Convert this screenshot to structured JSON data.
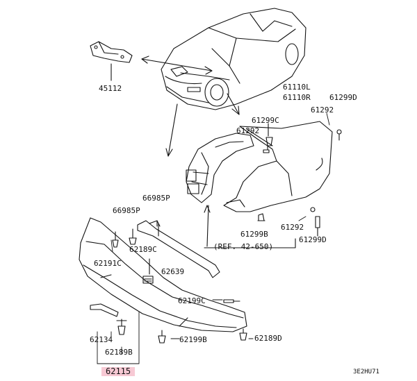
{
  "labels": {
    "p45112": "45112",
    "p61110L": "61110L",
    "p61110R": "61110R",
    "p61299D_top": "61299D",
    "p61292_top": "61292",
    "p61299C": "61299C",
    "p61292_mid": "61292",
    "p66985P_a": "66985P",
    "p66985P_b": "66985P",
    "p62189C": "62189C",
    "p62191C": "62191C",
    "p62639": "62639",
    "p61299B": "61299B",
    "p61292_low": "61292",
    "p61299D_low": "61299D",
    "ref": "(REF. 42-650)",
    "p62199C": "62199C",
    "p62134": "62134",
    "p62189B": "62189B",
    "p62199B": "62199B",
    "p62189D": "62189D",
    "p62115": "62115",
    "code": "3E2HU71"
  },
  "highlight_color": "#f7c9d4"
}
